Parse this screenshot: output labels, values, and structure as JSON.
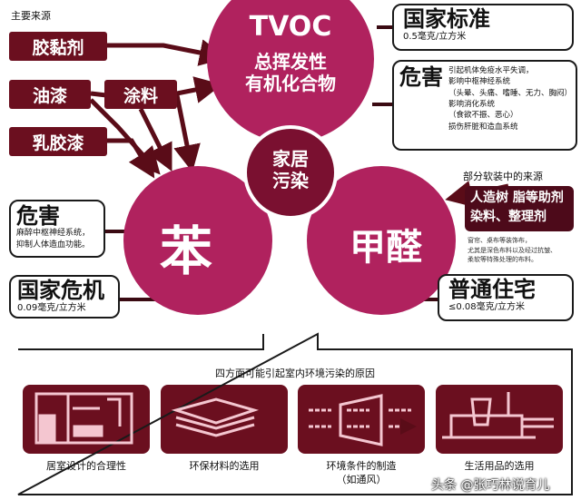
{
  "sources_title": "主要来源",
  "sources": [
    "胶黏剂",
    "油漆",
    "涂料",
    "乳胶漆"
  ],
  "center": {
    "line1": "家居",
    "line2": "污染"
  },
  "tvoc": {
    "title": "TVOC",
    "sub1": "总挥发性",
    "sub2": "有机化合物",
    "standard": {
      "title": "国家标准",
      "value": "0.5毫克/立方米"
    },
    "harm": {
      "title": "危害",
      "lines": [
        "引起机体免疫水平失调，",
        "影响中枢神经系统",
        "（头晕、头痛、嗜睡、无力、胸闷）",
        "影响消化系统",
        "（食欲不振、恶心）",
        "损伤肝脏和造血系统"
      ]
    }
  },
  "benzene": {
    "title": "苯",
    "harm": {
      "title": "危害",
      "lines": [
        "麻醉中枢神经系统，",
        "抑制人体造血功能。"
      ]
    },
    "standard": {
      "title": "国家危机",
      "value": "0.09毫克/立方米"
    }
  },
  "formaldehyde": {
    "title": "甲醛",
    "source_label": "部分软装中的来源",
    "sources": [
      "人造树 脂等助剂",
      "染料、整理剂"
    ],
    "note": [
      "窗帘、桌布等装饰布，",
      "尤其是深色布料以及经过抗皱、",
      "柔软等特殊处理的布料。"
    ],
    "standard": {
      "title": "普通住宅",
      "value": "≤0.08毫克/立方米"
    }
  },
  "causes": {
    "title": "四方面可能引起室内环境污染的原因",
    "items": [
      {
        "icon": "floorplan-icon",
        "label": "居室设计的合理性",
        "label2": ""
      },
      {
        "icon": "layers-icon",
        "label": "环保材料的选用",
        "label2": ""
      },
      {
        "icon": "ventilation-icon",
        "label": "环境条件的制造",
        "label2": "（如通风）"
      },
      {
        "icon": "furniture-icon",
        "label": "生活用品的选用",
        "label2": ""
      }
    ]
  },
  "watermark": "头条 @张巧林说育儿",
  "colors": {
    "circle": "#b0225e",
    "dark": "#6b0f1f"
  }
}
